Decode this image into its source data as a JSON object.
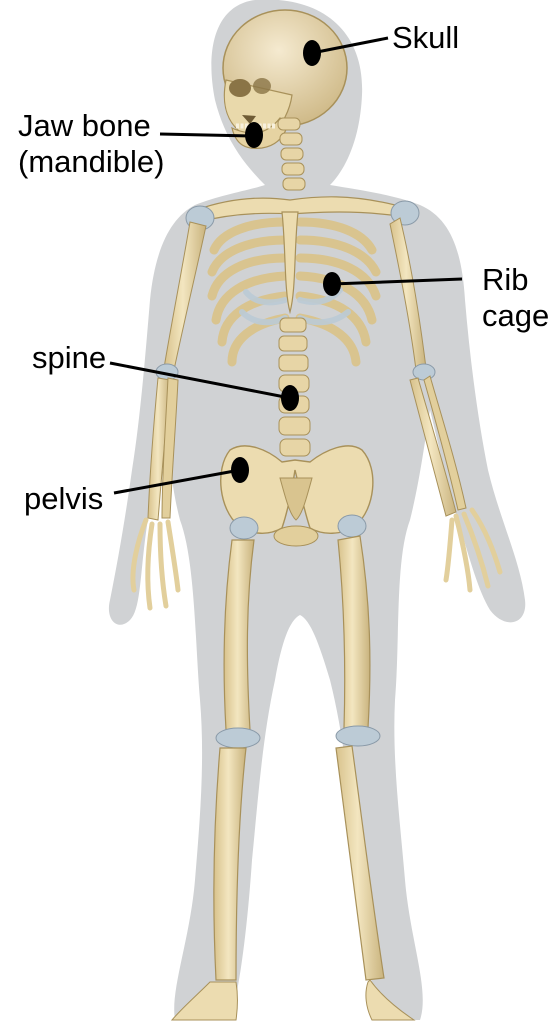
{
  "labels": {
    "skull": "Skull",
    "jaw_line1": "Jaw bone",
    "jaw_line2": "(mandible)",
    "rib_line1": "Rib",
    "rib_line2": "cage",
    "spine": "spine",
    "pelvis": "pelvis"
  },
  "colors": {
    "silhouette": "#d0d2d4",
    "bone": "#ecdcb0",
    "bone_shadow": "#c9b37e",
    "bone_dark": "#a8915a",
    "cartilage": "#bccbd6",
    "marker": "#000000"
  }
}
